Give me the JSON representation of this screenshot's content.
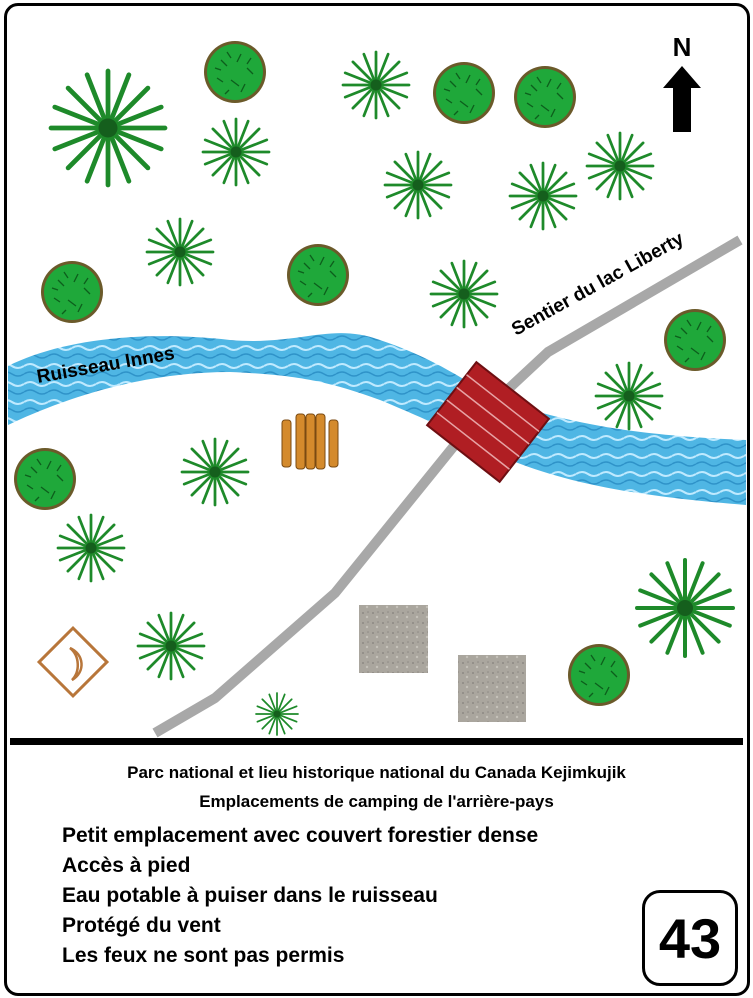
{
  "map": {
    "north_label": "N",
    "stream_label": "Ruisseau Innes",
    "trail_label": "Sentier du lac Liberty",
    "colors": {
      "stream": "#5bc0e8",
      "trail": "#a8a8a8",
      "bridge": "#b01e23",
      "pine": "#1e8a2a",
      "deciduous": "#1fa83a",
      "woodpile": "#d48a2c",
      "tent_pad": "#a8a49c",
      "camp_symbol": "#b8763a"
    },
    "icons": [
      "north-arrow-icon",
      "pine-tree-icon",
      "deciduous-tree-icon",
      "bridge-icon",
      "woodpile-icon",
      "tent-pad-icon",
      "camping-moon-icon"
    ]
  },
  "caption": {
    "line1": "Parc national et lieu historique national du Canada Kejimkujik",
    "line2": "Emplacements de camping de l'arrière-pays"
  },
  "features": [
    "Petit emplacement avec couvert forestier dense",
    "Accès à pied",
    "Eau potable à puiser dans le ruisseau",
    "Protégé du vent",
    "Les feux ne sont pas permis"
  ],
  "site_number": "43"
}
